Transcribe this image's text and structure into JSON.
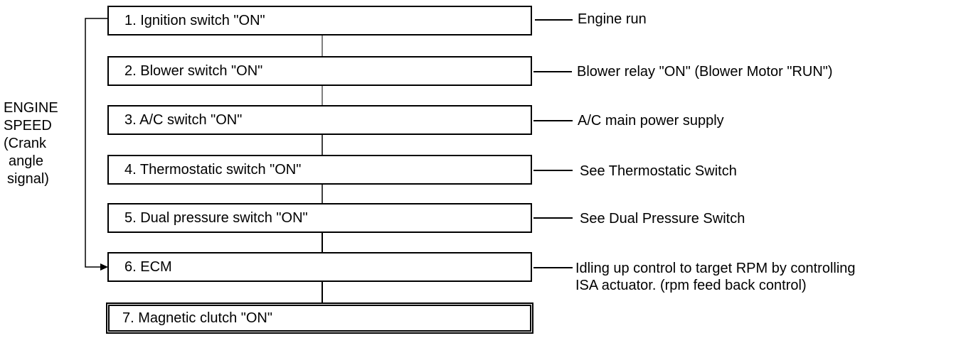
{
  "engine_speed_label": [
    "ENGINE",
    "SPEED",
    "(Crank",
    "angle",
    "signal)"
  ],
  "steps": [
    {
      "label": "1. Ignition switch \"ON\"",
      "note": "Engine run"
    },
    {
      "label": "2. Blower switch \"ON\"",
      "note": "Blower relay \"ON\" (Blower Motor \"RUN\")"
    },
    {
      "label": "3. A/C switch \"ON\"",
      "note": "A/C main power supply"
    },
    {
      "label": "4. Thermostatic switch \"ON\"",
      "note": "See Thermostatic Switch"
    },
    {
      "label": "5. Dual pressure switch \"ON\"",
      "note": "See Dual Pressure Switch"
    },
    {
      "label": "6. ECM",
      "note": "Idling up control to target RPM by controlling",
      "note_line2": "ISA actuator. (rpm feed back control)"
    },
    {
      "label": "7. Magnetic clutch \"ON\"",
      "note": ""
    }
  ]
}
